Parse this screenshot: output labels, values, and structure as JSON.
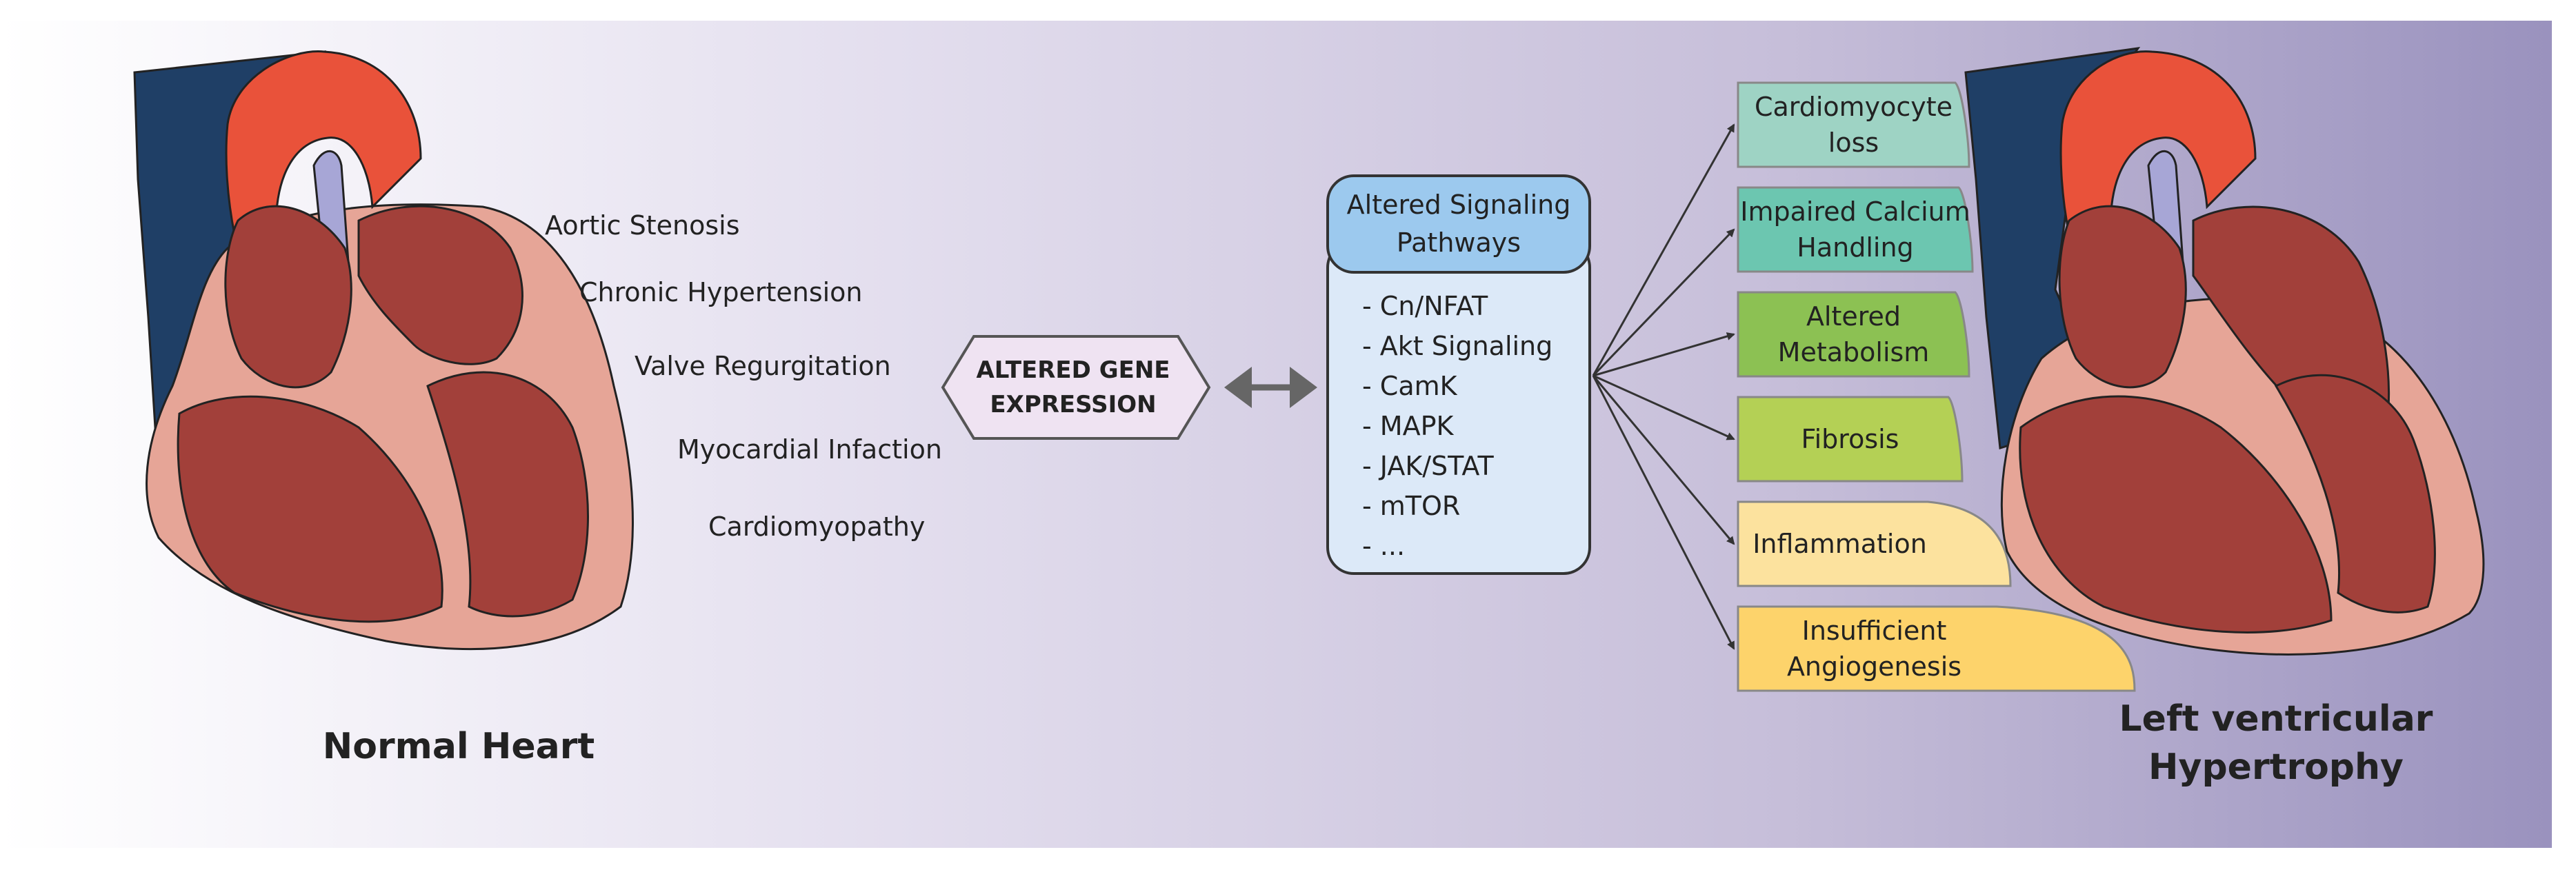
{
  "labels": {
    "normal_heart": "Normal Heart",
    "lvh_line1": "Left ventricular",
    "lvh_line2": "Hypertrophy"
  },
  "causes": [
    "Aortic Stenosis",
    "Chronic Hypertension",
    "Valve Regurgitation",
    "Myocardial Infaction",
    "Cardiomyopathy"
  ],
  "gene_expression": {
    "line1": "ALTERED GENE",
    "line2": "EXPRESSION"
  },
  "signaling": {
    "title_line1": "Altered Signaling",
    "title_line2": "Pathways",
    "items": [
      "- Cn/NFAT",
      "- Akt Signaling",
      "- CamK",
      "- MAPK",
      "- JAK/STAT",
      "- mTOR",
      "- ..."
    ]
  },
  "outcomes": [
    {
      "line1": "Cardiomyocyte",
      "line2": "loss",
      "color": "#9ED3C4"
    },
    {
      "line1": "Impaired Calcium",
      "line2": "Handling",
      "color": "#6CC6B0"
    },
    {
      "line1": "Altered",
      "line2": "Metabolism",
      "color": "#8CC153"
    },
    {
      "line1": "Fibrosis",
      "line2": "",
      "color": "#B4D055"
    },
    {
      "line1": "Inflammation",
      "line2": "",
      "color": "#FCE29E"
    },
    {
      "line1": "Insufficient",
      "line2": "Angiogenesis",
      "color": "#FDD36B"
    }
  ],
  "colors": {
    "aorta": "#E9523A",
    "vena_cava": "#1F3F66",
    "myocardium_dark": "#A2403A",
    "myocardium_light": "#E6A597",
    "signaling_header": "#9CC9EE",
    "signaling_body": "#DCE9F8",
    "gene_fill": "#EFE3F2"
  },
  "icons": [
    "bidirectional-arrow-icon",
    "normal-heart-illustration",
    "hypertrophic-heart-illustration"
  ]
}
